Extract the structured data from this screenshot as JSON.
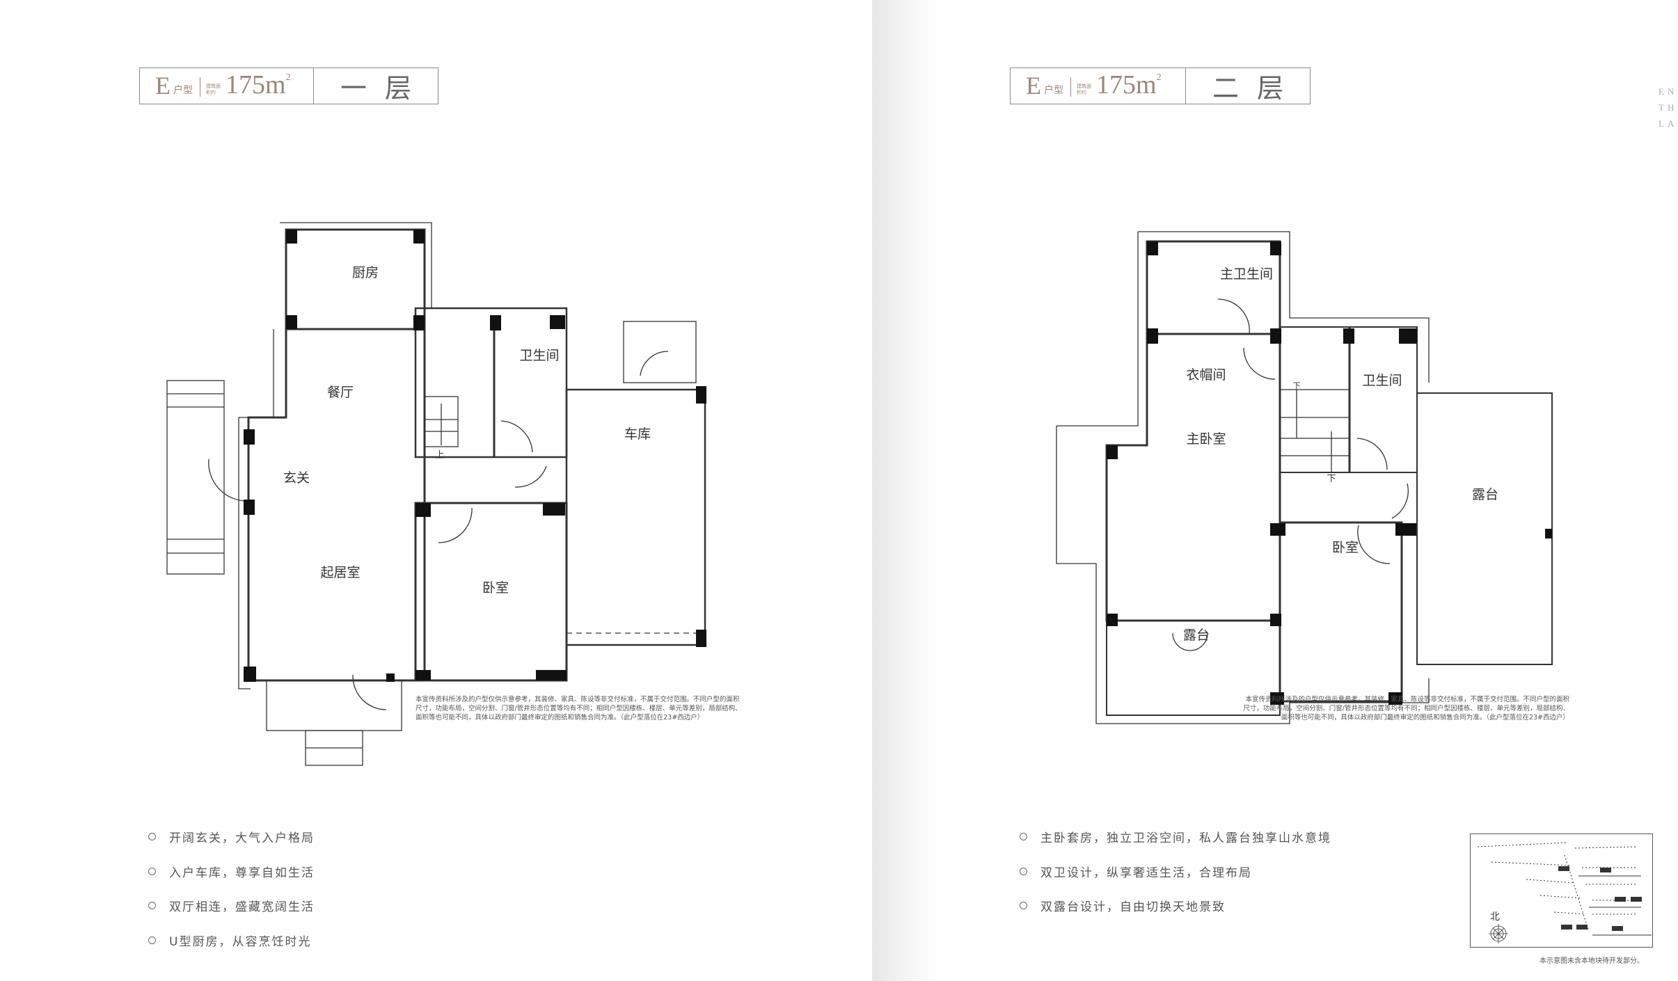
{
  "left_page": {
    "title": {
      "type_letter": "E",
      "type_label": "户型",
      "area_label": "建筑面积约",
      "area": "175m",
      "area_sup": "2",
      "floor": "一层"
    },
    "rooms": [
      "厨房",
      "餐厅",
      "卫生间",
      "车库",
      "玄关",
      "起居室",
      "卧室"
    ],
    "stair_label": "上",
    "disclaimer": "本宣传资料所涉及的户型仅供示意参考，其装修、家具、陈设等非交付标准，不属于交付范围。不同户型的面积尺寸，功能布局，空间分割、门窗/管井形态位置等均有不同；相同户型因楼栋、楼层、单元等差别，局部结构、面积等也可能不同，具体以政府部门最终审定的图纸和销售合同为准。（此户型落位在23#西边户）",
    "features": [
      "开阔玄关，大气入户格局",
      "入户车库，尊享自如生活",
      "双厅相连，盛藏宽阔生活",
      "U型厨房，从容烹饪时光"
    ]
  },
  "right_page": {
    "title": {
      "type_letter": "E",
      "type_label": "户型",
      "area_label": "建筑面积约",
      "area": "175m",
      "area_sup": "2",
      "floor": "二层"
    },
    "rooms": [
      "主卫生间",
      "衣帽间",
      "主卧室",
      "卫生间",
      "露台",
      "卧室",
      "露台"
    ],
    "stair_labels": [
      "下",
      "下"
    ],
    "disclaimer": "本宣传资料所涉及的户型仅供示意参考，其装修、家具、陈设等非交付标准，不属于交付范围。不同户型的面积尺寸，功能布局，空间分割、门窗/管井形态位置等均有不同；相同户型因楼栋、楼层、单元等差别，局部结构、面积等也可能不同，具体以政府部门最终审定的图纸和销售合同为准。（此户型落位在23#西边户）",
    "features": [
      "主卧套房，独立卫浴空间，私人露台独享山水意境",
      "双卫设计，纵享奢适生活，合理布局",
      "双露台设计，自由切换天地景致"
    ],
    "side_letters": [
      "EN",
      "TH",
      "LA"
    ],
    "site_map": {
      "north_label": "北",
      "caption": "本示意图未含本地块待开发部分。",
      "compass_icon": "compass-rose"
    }
  },
  "colors": {
    "title_accent": "#9b877a",
    "wall": "#111111",
    "line": "#333333"
  }
}
